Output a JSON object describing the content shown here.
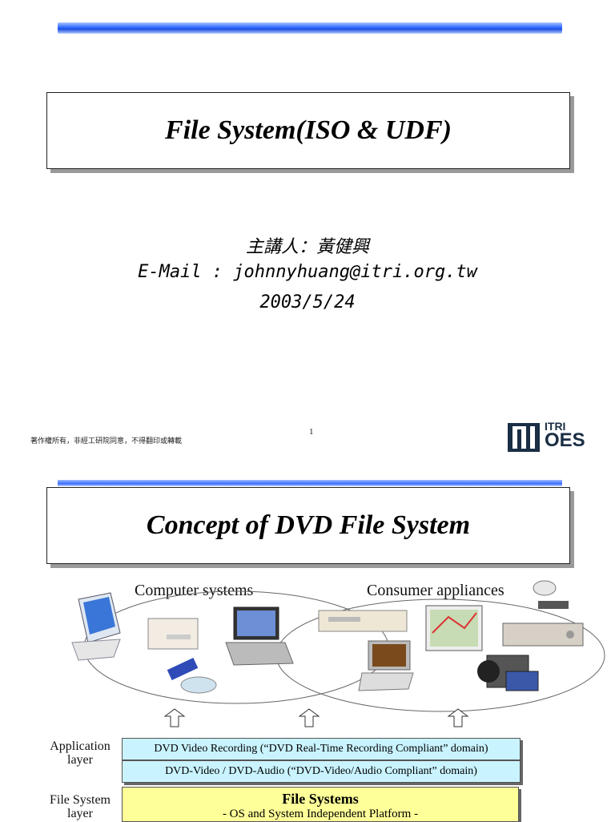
{
  "slide1": {
    "title": "File System(ISO & UDF)",
    "speaker": "主講人：黃健興",
    "email": "E-Mail : johnnyhuang@itri.org.tw",
    "date": "2003/5/24",
    "copyright": "著作權所有，非經工研院同意，不得翻印或轉載",
    "page_number": "1",
    "logo_text_top": "ITRI",
    "logo_text_bottom": "OES"
  },
  "slide2": {
    "title": "Concept of DVD File System",
    "computer_caption": "Computer systems",
    "consumer_caption": "Consumer appliances",
    "application_layer_label": [
      "Application",
      "layer"
    ],
    "file_system_layer_label": [
      "File System",
      "layer"
    ],
    "app_box_1": "DVD Video Recording (“DVD Real-Time Recording Compliant” domain)",
    "app_box_2": "DVD-Video / DVD-Audio (“DVD-Video/Audio Compliant” domain)",
    "fs_box_title": "File Systems",
    "fs_box_sub": "- OS and System Independent Platform -"
  },
  "colors": {
    "accent_blue": "#2f6bff",
    "app_box_bg": "#c9f3ff",
    "fs_box_bg": "#ffff99"
  }
}
